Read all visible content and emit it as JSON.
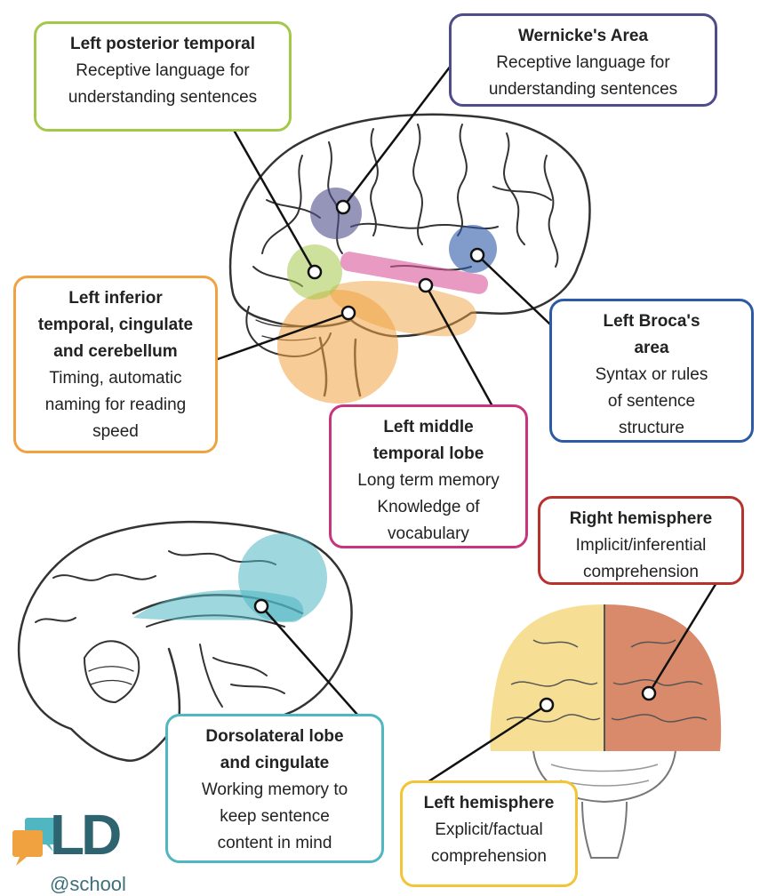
{
  "colors": {
    "green": "#a4c94a",
    "purple": "#4e4c8a",
    "orange": "#f0a240",
    "blue": "#2d5aa6",
    "magenta": "#c8357f",
    "red": "#b7322d",
    "teal": "#4fb6c2",
    "yellow": "#f2c436"
  },
  "boxes": {
    "posterior_temporal": {
      "title": "Left posterior temporal",
      "desc": "Receptive language for\nunderstanding sentences"
    },
    "wernicke": {
      "title": "Wernicke's Area",
      "desc": "Receptive language for\nunderstanding sentences"
    },
    "inferior_temporal": {
      "title": "Left inferior\ntemporal, cingulate\nand cerebellum",
      "desc": "Timing, automatic\nnaming for reading\nspeed"
    },
    "broca": {
      "title": "Left Broca's\narea",
      "desc": "Syntax or rules\nof sentence\nstructure"
    },
    "middle_temporal": {
      "title": "Left middle\ntemporal lobe",
      "desc": "Long term memory\nKnowledge of\nvocabulary"
    },
    "right_hemisphere": {
      "title": "Right hemisphere",
      "desc": "Implicit/inferential\ncomprehension"
    },
    "dorsolateral": {
      "title": "Dorsolateral lobe\nand cingulate",
      "desc": "Working memory to\nkeep sentence\ncontent in mind"
    },
    "left_hemisphere": {
      "title": "Left hemisphere",
      "desc": "Explicit/factual\ncomprehension"
    }
  },
  "logo": {
    "mark": "LD",
    "text": "@school"
  }
}
